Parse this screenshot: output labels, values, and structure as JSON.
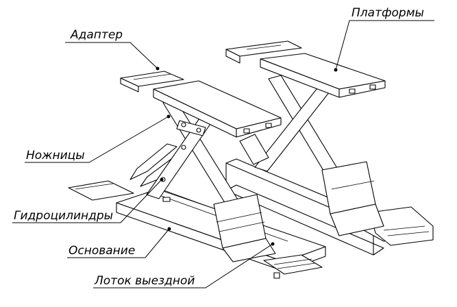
{
  "labels": {
    "platforms": "Платформы",
    "adapter": "Адаптер",
    "scissors": "Ножницы",
    "hydraulic_cylinders": "Гидроцилиндры",
    "base": "Основание",
    "exit_tray": "Лоток выездной"
  }
}
